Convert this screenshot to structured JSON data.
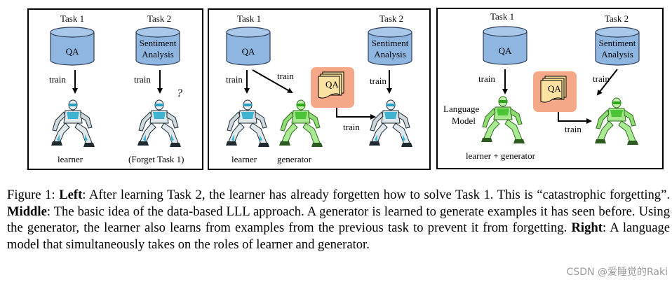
{
  "panels": {
    "left": {
      "task1_title": "Task 1",
      "task2_title": "Task 2",
      "task1_db": "QA",
      "task2_db_line1": "Sentiment",
      "task2_db_line2": "Analysis",
      "train1": "train",
      "train2": "train",
      "question_mark": "?",
      "learner_label": "learner",
      "forget_label": "(Forget Task 1)"
    },
    "middle": {
      "task1_title": "Task 1",
      "task2_title": "Task 2",
      "task1_db": "QA",
      "task2_db_line1": "Sentiment",
      "task2_db_line2": "Analysis",
      "train_learner": "train",
      "train_generator": "train",
      "train_task2": "train",
      "train_pseudo": "train",
      "qa_card": "QA",
      "learner_label": "learner",
      "generator_label": "generator"
    },
    "right": {
      "task1_title": "Task 1",
      "task2_title": "Task 2",
      "task1_db": "QA",
      "task2_db_line1": "Sentiment",
      "task2_db_line2": "Analysis",
      "train1": "train",
      "train2": "train",
      "train_pseudo": "train",
      "qa_card": "QA",
      "lm_line1": "Language",
      "lm_line2": "Model",
      "lm_label": "learner + generator"
    }
  },
  "caption": {
    "figure_label": "Figure 1: ",
    "left_heading": "Left",
    "left_text": ": After learning Task 2, the learner has already forgetten how to solve Task 1. This is “catastrophic forgetting”. ",
    "middle_heading": "Middle",
    "middle_text": ": The basic idea of the data-based LLL approach. A generator is learned to generate examples it has seen before. Using the generator, the learner also learns from examples from the previous task to prevent it from forgetting. ",
    "right_heading": "Right",
    "right_text": ": A language model that simultaneously takes on the roles of learner and generator."
  },
  "watermark": "CSDN @爱睡觉的Raki",
  "colors": {
    "db_fill": "#8fb6e0",
    "db_stroke": "#2f3f5a",
    "card_bg": "#f5a88c",
    "card_fill": "#fbe2a0",
    "robot_blue": "#4ab8d0",
    "robot_green": "#5fcf4a"
  },
  "icons": [
    "database-icon",
    "robot-icon",
    "arrow-icon",
    "document-stack-icon"
  ]
}
